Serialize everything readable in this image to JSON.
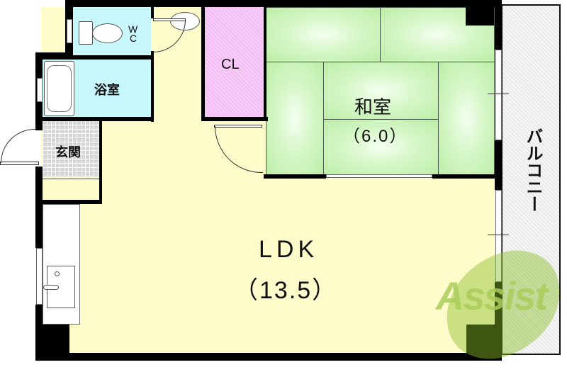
{
  "floorplan": {
    "rooms": {
      "wc": {
        "label_top": "W",
        "label_bottom": "C"
      },
      "bath": {
        "label": "浴室"
      },
      "entrance": {
        "label": "玄関"
      },
      "closet": {
        "label": "CL"
      },
      "washitsu": {
        "label": "和室",
        "size": "（6.0）"
      },
      "ldk": {
        "label": "LDK",
        "size": "（13.5）"
      },
      "balcony": {
        "label": "バルコニー"
      }
    },
    "colors": {
      "wet_area": "#c8f7fb",
      "ldk_floor": "#fffccc",
      "closet": "#f5c2f5",
      "tatami": "#c8f2b4",
      "balcony": "#e6e6e6",
      "entrance_tile": "#d8d8d8",
      "wall": "#000000"
    },
    "watermark": {
      "text": "Assist"
    }
  }
}
